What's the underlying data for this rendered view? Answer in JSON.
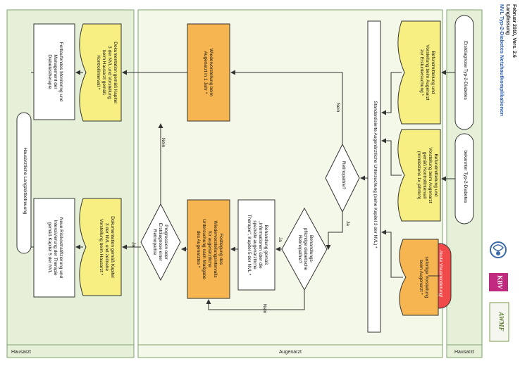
{
  "header": {
    "title": "NVL Typ-2-Diabetes Netzhautkomplikationen",
    "subtitle": "Langfassung",
    "version": "Februar 2010, Vers. 2.6"
  },
  "lanes": {
    "hausarzt_right": "Hausarzt",
    "augenarzt": "Augenarzt",
    "hausarzt_left": "Hausarzt"
  },
  "terminals": {
    "erstdiagnose": "Erstdiagnose Typ-2-Diabetes",
    "bekannt": "bekannter Typ-2-Diabetes",
    "akut": "Akute Visusminderung/",
    "langzeit": "Hausärztliche Langzeitbetreuung"
  },
  "docs": {
    "ersteinweisung": [
      "Befundmitteilung und",
      "Vorstellung beim Augenarzt",
      "zur Erstuntersuchung *"
    ],
    "kontrolle": [
      "Befundmitteilung und",
      "Vorstellung beim Augenarzt",
      "gemäß Kontrollintervall",
      "(mindestens 1x jährlich)"
    ],
    "sofort": [
      "sofortige Vorstellung",
      "beim Augenarzt *"
    ],
    "dok_kontrolle": [
      "Dokumentation gemäß Kapitel",
      "3 der NVL und Vorstellung",
      "beim Hausarzt gemäß",
      "Kontrollintervall *"
    ],
    "dok_therapie": [
      "Dokumentation gemäß Kapitel",
      "3 der NVL und zeitnahe",
      "Vorstellung beim Hausarzt *"
    ]
  },
  "processes": {
    "standard": "Standardisierte Augenärztliche Untersuchung (siehe Kapitel 3 der NVL) *",
    "wiedervorstellung": [
      "Wiedervorstellung beim",
      "Augenarzt in 1 Jahr *"
    ],
    "festlegung": [
      "Festlegung des",
      "Wiedervorstellungsintervalls",
      "für augenärztliche",
      "Untersuchung nach Maßgabe",
      "des Augenarztes *"
    ],
    "behandlung": [
      "Behandlung gemäß",
      "„Informationen über die",
      "spezielle augenärztliche",
      "Therapie\", Kapitel 5 der NVL *"
    ],
    "monitoring": [
      "Fortlaufendes Monitoring und",
      "Management der",
      "Diabetestherapie"
    ],
    "risiko": [
      "Neue Risikostratifizierung und",
      "Intensivierung der Therapie",
      "gemäß Kapitel 5 der NVL"
    ]
  },
  "decisions": {
    "retinopathie": "Retinopathie?",
    "behandlungspflichtig": [
      "Behandlungs-",
      "pflichtige diabetische",
      "Retinopathie?"
    ],
    "progression": [
      "Progression oder",
      "Erstdiagnose einer",
      "Retinopathie"
    ]
  },
  "labels": {
    "nein1": "Nein",
    "ja1": "Ja",
    "ja2": "Ja",
    "nein2": "Nein",
    "nein3": "Nein",
    "ja3": "Ja"
  },
  "logos": {
    "kbv": "KBV",
    "awmf": "AWMF"
  },
  "colors": {
    "hausarzt_lane": "#e6f0d8",
    "augenarzt_lane": "#f4f8e8",
    "doc_yellow": "#f7ef82",
    "process_orange": "#f6b551",
    "terminal_red": "#f04a4a",
    "kbv_magenta": "#c0297e"
  }
}
